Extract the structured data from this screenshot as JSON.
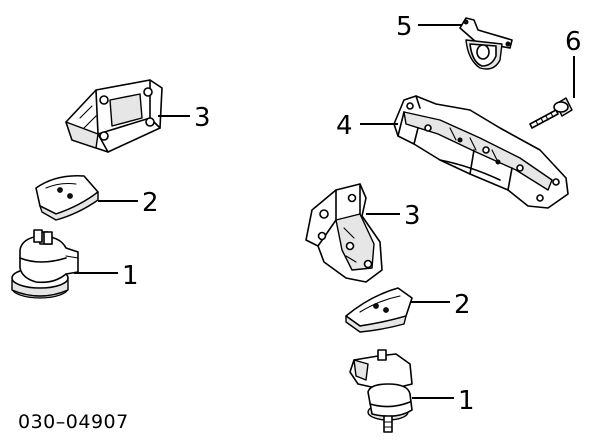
{
  "diagram": {
    "callouts": {
      "left_bracket": "3",
      "left_insulator": "2",
      "left_mount": "1",
      "top_mount": "5",
      "bolt": "6",
      "crossmember": "4",
      "right_bracket": "3",
      "right_insulator": "2",
      "right_mount": "1"
    },
    "part_number": "030–04907"
  }
}
